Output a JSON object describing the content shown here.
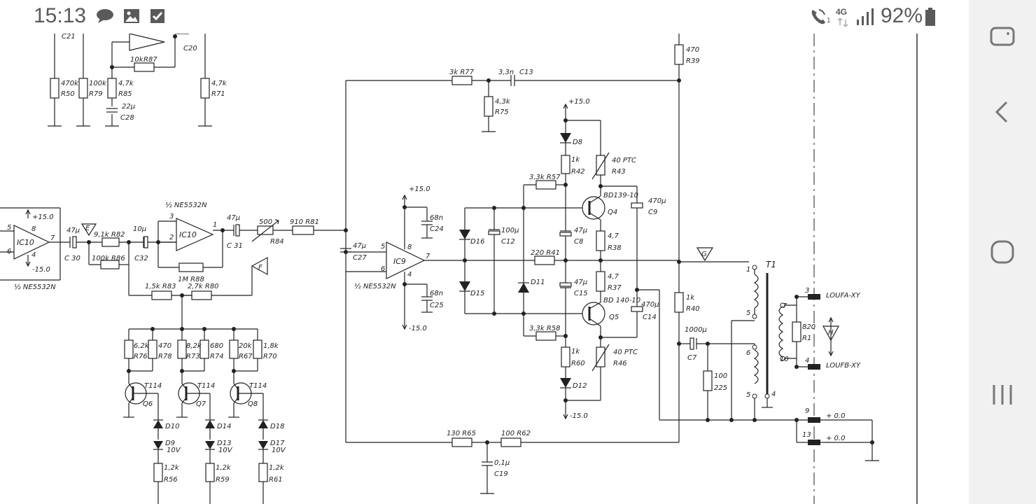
{
  "status_bar": {
    "time": "15:13",
    "icons_left": [
      "chat-bubble-icon",
      "gallery-icon",
      "checkbox-icon"
    ],
    "icons_right": [
      "wifi-call-icon",
      "signal-4g-icon",
      "signal-bars-icon"
    ],
    "network": "4G",
    "call_sub": "1",
    "battery": "92%"
  },
  "schematic": {
    "top_left": {
      "resistors": [
        [
          "470k",
          "R50"
        ],
        [
          "100k",
          "R79"
        ],
        [
          "4,7k",
          "R85"
        ],
        [
          "10k",
          "R87"
        ],
        [
          "4,7k",
          "R71"
        ]
      ],
      "caps": [
        [
          "22µ",
          "C28"
        ],
        [
          "",
          "C20"
        ],
        [
          "",
          "C21"
        ]
      ]
    },
    "ic10": {
      "ref": "IC10",
      "type": "½ NE5532N",
      "pins": [
        "5",
        "6",
        "7",
        "8",
        "4",
        "3",
        "2",
        "1"
      ],
      "plus": "+15.0",
      "minus": "-15.0"
    },
    "ic9": {
      "ref": "IC9",
      "type": "½ NE5532N",
      "pins": [
        "5",
        "6",
        "7",
        "8",
        "4"
      ],
      "plus": "+15.0",
      "minus": "-15.0"
    },
    "labels": {
      "c30": "C 30",
      "c30v": "47µ",
      "E": "E",
      "F": "F",
      "G": "G",
      "H": "H",
      "r82": "9,1k R82",
      "r86": "100k R86",
      "c32": "C32",
      "c32v": "10µ",
      "r88": "1M R88",
      "c31": "C 31",
      "c31v": "47µ",
      "r84v": "500",
      "r84": "R84",
      "r81": "910 R81",
      "c27": "C27",
      "c27v": "47µ",
      "r83": "1,5k R83",
      "r80": "2,7k R80",
      "c24": "C24",
      "c24v": "68n",
      "c25": "C25",
      "c25v": "68n",
      "r77": "3k R77",
      "c13": "C13",
      "c13v": "3,3n",
      "r75": "R75",
      "r75v": "4,3k",
      "r39": "R39",
      "r39v": "470",
      "plus15": "+15.0",
      "minus15": "-15.0",
      "d8": "D8",
      "r42": "R42",
      "r42v": "1k",
      "r43": "R43",
      "r43v": "40 PTC",
      "r57": "3,3k R57",
      "q4": "Q4",
      "q4t": "BD139-10",
      "c9": "C9",
      "c9v": "470µ",
      "d16": "D16",
      "c12": "C12",
      "c12v": "100µ",
      "c8": "C8",
      "c8v": "47µ",
      "r38": "R38",
      "r38v": "4,7",
      "r41": "220 R41",
      "d11": "D11",
      "c15": "C15",
      "c15v": "47µ",
      "r37": "R37",
      "r37v": "4,7",
      "d15": "D15",
      "q5": "Q5",
      "q5t": "BD 140-10",
      "c14": "C14",
      "c14v": "470µ",
      "r58": "3,3k R58",
      "r60": "R60",
      "r60v": "1k",
      "r46": "R46",
      "r46v": "40 PTC",
      "d12": "D12",
      "r40": "R40",
      "r40v": "1k",
      "c7": "C7",
      "c7v": "1000µ",
      "r225": "225",
      "r225v": "100",
      "t1": "T1",
      "r1": "R1",
      "r1v": "820",
      "loufa": "LOUFA-XY",
      "loufb": "LOUFB-XY",
      "zero1": "+ 0.0",
      "zero2": "+ 0.0",
      "r65": "130 R65",
      "r62": "100 R62",
      "c19": "C19",
      "c19v": "0,1µ"
    },
    "transistors": [
      {
        "ref": "Q6",
        "type": "T114",
        "r_top": [
          "6,2k",
          "R76"
        ],
        "r_side": [
          "470",
          "R78"
        ],
        "d1": "D10",
        "d2": "D9",
        "d2v": "10V",
        "r_bot": [
          "1,2k",
          "R56"
        ]
      },
      {
        "ref": "Q7",
        "type": "T114",
        "r_top": [
          "8,2k",
          "R73"
        ],
        "r_side": [
          "680",
          "R74"
        ],
        "d1": "D14",
        "d2": "D13",
        "d2v": "10V",
        "r_bot": [
          "1,2k",
          "R59"
        ]
      },
      {
        "ref": "Q8",
        "type": "T114",
        "r_top": [
          "20k",
          "R67"
        ],
        "r_side": [
          "1,8k",
          "R70"
        ],
        "d1": "D18",
        "d2": "D17",
        "d2v": "10V",
        "r_bot": [
          "1,2k",
          "R61"
        ]
      }
    ],
    "connector_pins": [
      "1",
      "5",
      "6",
      "5",
      "4",
      "7",
      "10",
      "3",
      "4",
      "9",
      "13"
    ]
  },
  "navbar": {
    "buttons": [
      "recent-apps-icon",
      "back-icon",
      "home-icon",
      "app-drawer-icon"
    ]
  },
  "colors": {
    "ink": "#222222",
    "statusbar_text": "#5a5a5a",
    "navbar_bg": "#f1f1f1"
  }
}
